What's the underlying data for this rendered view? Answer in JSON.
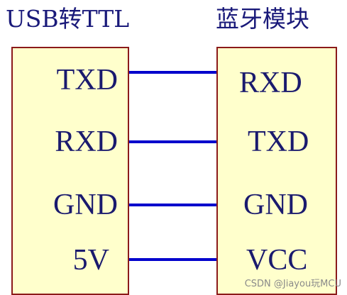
{
  "left_module": {
    "title": "USB转TTL",
    "pins": [
      "TXD",
      "RXD",
      "GND",
      "5V"
    ]
  },
  "right_module": {
    "title": "蓝牙模块",
    "pins": [
      "RXD",
      "TXD",
      "GND",
      "VCC"
    ]
  },
  "watermark": "CSDN @Jiayou玩MCU",
  "colors": {
    "box_fill": "#ffffcc",
    "box_border": "#8b1a1a",
    "wire": "#0000cc",
    "text": "#1a1a6e"
  }
}
